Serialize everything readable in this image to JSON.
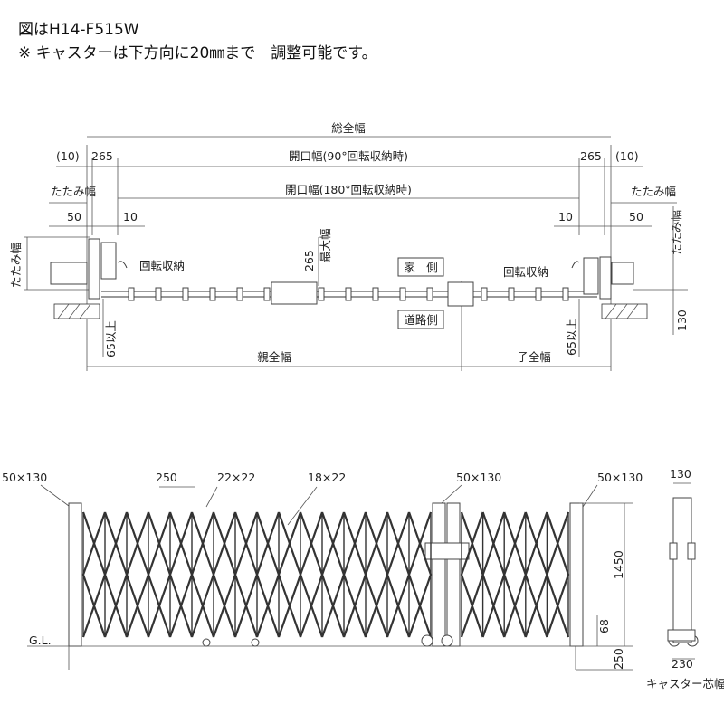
{
  "header": {
    "line1": "図はH14-F515W",
    "line2": "※ キャスターは下方向に20㎜まで　調整可能です。"
  },
  "plan": {
    "total_width": "総全幅",
    "opening_90": "開口幅(90°回転収納時)",
    "opening_180": "開口幅(180°回転収納時)",
    "left_10": "(10)",
    "left_265": "265",
    "right_265": "265",
    "right_10": "(10)",
    "fold_width_left": "たたみ幅",
    "fold_width_right": "たたみ幅",
    "left_50": "50",
    "left_10b": "10",
    "right_10b": "10",
    "right_50": "50",
    "fold_width_v_left": "たたみ幅",
    "fold_width_v_right": "たたみ幅",
    "dim_265_v": "265",
    "max_width": "最大幅",
    "rotate_left": "回転収納",
    "rotate_right": "回転収納",
    "house_side": "家　側",
    "road_side": "道路側",
    "dim_130": "130",
    "min_65_left": "65以上",
    "min_65_right": "65以上",
    "parent_width": "親全幅",
    "child_width": "子全幅"
  },
  "elevation": {
    "post_50x130_left": "50×130",
    "pitch_250": "250",
    "bar_22x22": "22×22",
    "bar_18x22": "18×22",
    "post_50x130_mid": "50×130",
    "post_50x130_right": "50×130",
    "side_130": "130",
    "height_1450": "1450",
    "gl": "G.L.",
    "dim_68": "68",
    "dim_250": "250",
    "dim_230": "230",
    "caster_center": "キャスター芯幅"
  }
}
